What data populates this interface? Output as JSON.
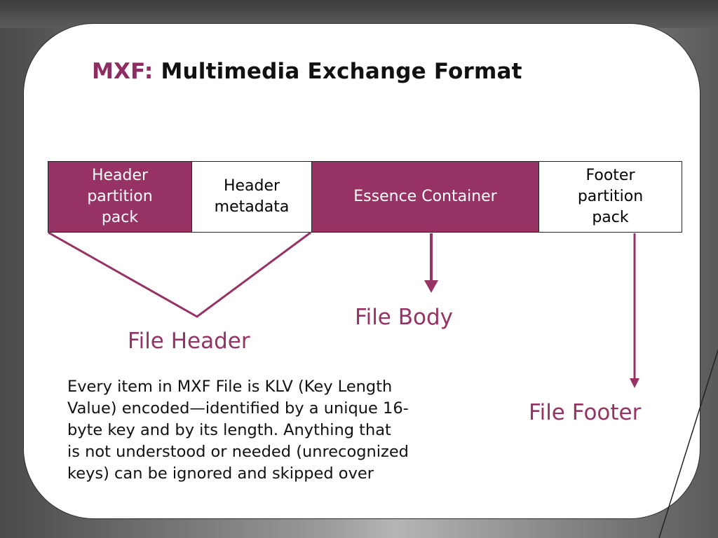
{
  "title": {
    "prefix": "MXF:",
    "main": "Multimedia Exchange Format"
  },
  "diagram": {
    "segments": [
      {
        "id": "header-partition-pack",
        "label": "Header\npartition\npack"
      },
      {
        "id": "header-metadata",
        "label": "Header\nmetadata"
      },
      {
        "id": "essence-container",
        "label": "Essence Container"
      },
      {
        "id": "footer-partition-pack",
        "label": "Footer\npartition\npack"
      }
    ],
    "regions": {
      "file_header": "File Header",
      "file_body": "File Body",
      "file_footer": "File Footer"
    }
  },
  "note": "Every item in MXF File is KLV (Key Length\nValue) encoded—identified by a unique 16-\nbyte key and by its length.  Anything that\nis not understood or needed (unrecognized\nkeys) can be ignored and skipped over",
  "colors": {
    "accent": "#963264",
    "title_accent": "#8e2d62"
  }
}
